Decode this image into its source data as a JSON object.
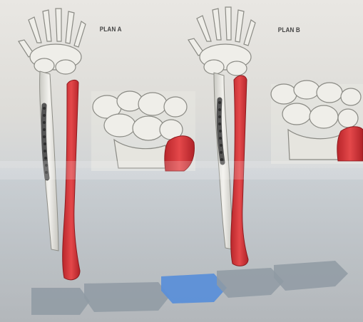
{
  "plans": {
    "a_label": "PLAN A",
    "b_label": "PLAN B"
  },
  "process_steps": {
    "count": 5,
    "active_index": 2
  },
  "colors": {
    "radius_bone": "#d8373a",
    "bone": "#ecebe6",
    "bone_shade": "#9e9e98",
    "plate": "#6e6e6e",
    "active_step": "#5b8fd8",
    "inactive_step": "#8f9aa3"
  }
}
